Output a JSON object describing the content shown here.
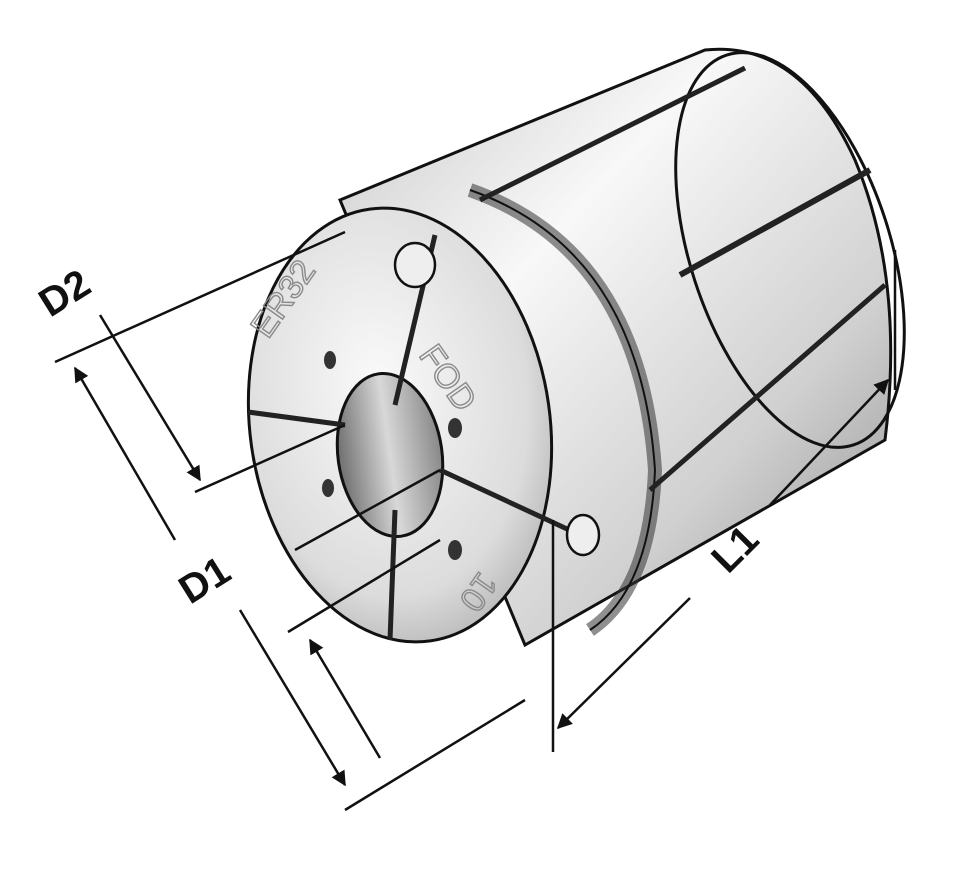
{
  "labels": {
    "d2": "D2",
    "d1": "D1",
    "l1": "L1"
  },
  "engraving": {
    "type": "ER32",
    "brand": "FOD",
    "size": "10"
  },
  "colors": {
    "line": "#111111",
    "metal_light": "#f2f2f2",
    "metal_dark": "#9a9a9a",
    "slot": "#2a2a2a"
  }
}
